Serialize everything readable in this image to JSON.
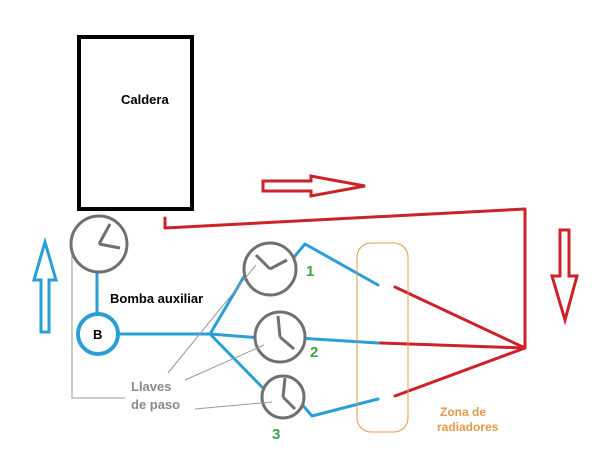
{
  "labels": {
    "boiler": "Caldera",
    "pump": "Bomba auxiliar",
    "pump_symbol": "B",
    "valves_line1": "Llaves",
    "valves_line2": "de paso",
    "zone_line1": "Zona de",
    "zone_line2": "radiadores",
    "valve_numbers": [
      "1",
      "2",
      "3"
    ]
  },
  "colors": {
    "hot": "#cc2229",
    "cold": "#2a9fd6",
    "valve": "#707070",
    "boiler_border": "#000000",
    "number": "#3aa54a",
    "gray_text": "#8a8a8a",
    "zone": "#e39a4a"
  }
}
